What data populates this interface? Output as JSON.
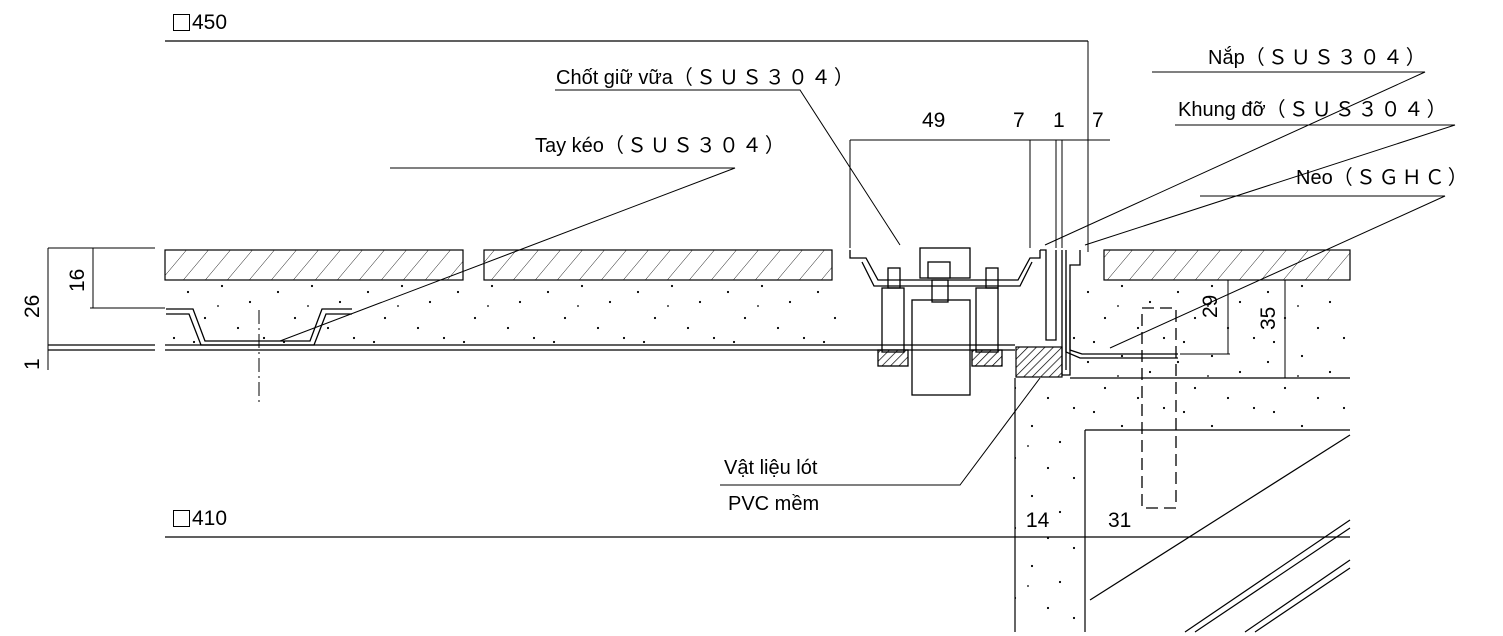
{
  "labels": {
    "top_outer_size": "450",
    "bottom_inner_size": "410",
    "mortar_pin": "Chốt giữ vữa",
    "mortar_pin_material": "（ＳＵＳ３０４）",
    "lid": "Nắp",
    "lid_material": "（ＳＵＳ３０４）",
    "support_frame": "Khung đỡ",
    "support_frame_material": "（ＳＵＳ３０４）",
    "handle": "Tay kéo",
    "handle_material": "（ＳＵＳ３０４）",
    "anchor": "Neo",
    "anchor_material": "（ＳＧＨＣ）",
    "liner_line1": "Vật liệu lót",
    "liner_line2": "PVC mềm"
  },
  "dimensions": {
    "d49": "49",
    "d7a": "7",
    "d1a": "1",
    "d7b": "7",
    "d26": "26",
    "d16": "16",
    "d1b": "1",
    "d29": "29",
    "d35": "35",
    "d14": "14",
    "d31": "31"
  },
  "colors": {
    "line": "#000000",
    "background": "#ffffff"
  }
}
